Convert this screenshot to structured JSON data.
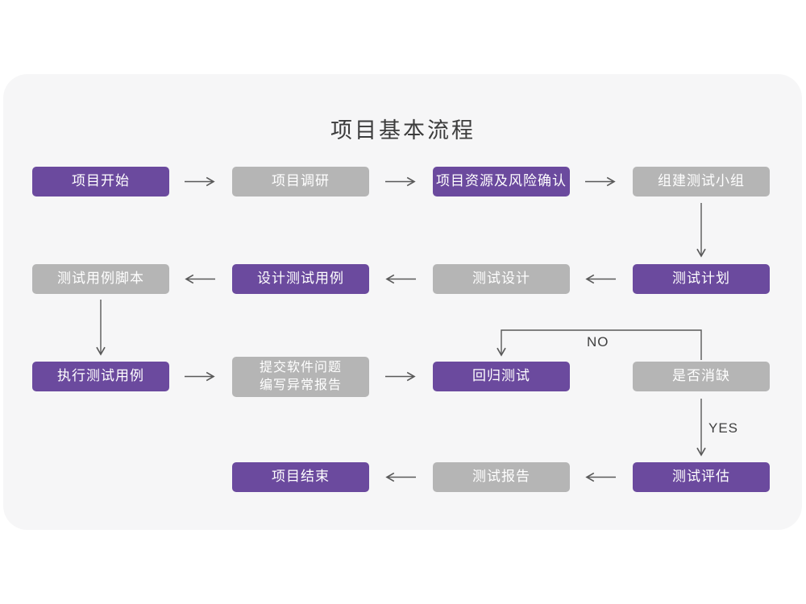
{
  "title": "项目基本流程",
  "flow": {
    "nodes": [
      {
        "label": "项目开始",
        "type": "primary"
      },
      {
        "label": "项目调研",
        "type": "secondary"
      },
      {
        "label": "项目资源及风险确认",
        "type": "primary"
      },
      {
        "label": "组建测试小组",
        "type": "secondary"
      },
      {
        "label": "测试用例脚本",
        "type": "secondary"
      },
      {
        "label": "设计测试用例",
        "type": "primary"
      },
      {
        "label": "测试设计",
        "type": "secondary"
      },
      {
        "label": "测试计划",
        "type": "primary"
      },
      {
        "label": "执行测试用例",
        "type": "primary"
      },
      {
        "label": "提交软件问题\n编写异常报告",
        "type": "secondary"
      },
      {
        "label": "回归测试",
        "type": "primary"
      },
      {
        "label": "是否消缺",
        "type": "secondary"
      },
      {
        "label": "项目结束",
        "type": "primary"
      },
      {
        "label": "测试报告",
        "type": "secondary"
      },
      {
        "label": "测试评估",
        "type": "primary"
      }
    ],
    "edge_labels": {
      "no": "NO",
      "yes": "YES"
    }
  },
  "colors": {
    "primary_box": "#6b4a9e",
    "secondary_box": "#b5b5b5",
    "box_text": "#ffffff",
    "card_background": "#f6f6f7",
    "page_background": "#ffffff",
    "arrow": "#595959",
    "title_text": "#3c3c3c",
    "edge_label_text": "#3f3f3f"
  }
}
